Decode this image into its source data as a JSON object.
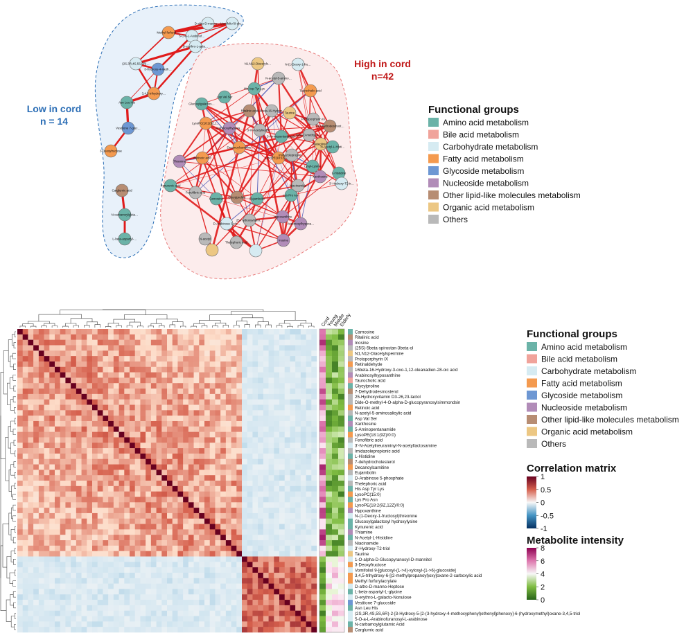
{
  "network": {
    "low_cluster": {
      "title_line1": "Low in cord",
      "title_line2": "n = 14"
    },
    "high_cluster": {
      "title_line1": "High in cord",
      "title_line2": "n=42"
    },
    "low_nodes": [
      {
        "label": "D-altro-D-manno-Heptose",
        "group": "Carbohydrate metabolism"
      },
      {
        "label": "Vomifoliol 9-glucosyl-(1->4)-xylosyl-(1->6)-glucoside",
        "group": "Carbohydrate metabolism"
      },
      {
        "label": "Methyl furfuryl acrylate",
        "group": "Fatty acid metabolism"
      },
      {
        "label": "5-O-a-L-Arabinofuranosyl-L-arabinose",
        "group": "Carbohydrate metabolism"
      },
      {
        "label": "D-erythro-L-galacto-Nonulose",
        "group": "Carbohydrate metabolism"
      },
      {
        "label": "(2S,3R,4S,5S,6R)-2-[3-Hydroxy-5-[2-(3-hydroxy-4-methoxyphenyl)ethenyl]phenoxy]-6-(hydroxymethyl)oxane-3,4,5-triol",
        "group": "Carbohydrate metabolism"
      },
      {
        "label": "3-Hydroxy-4-methylbenzoate",
        "group": "Glycoside metabolism"
      },
      {
        "label": "3,4,5-trihydroxy-6-[(2-methylpropanoyl)oxy]oxane-2-carboxylic acid",
        "group": "Fatty acid metabolism"
      },
      {
        "label": "Asn Leu His",
        "group": "Amino acid metabolism"
      },
      {
        "label": "Vestitone 7-glucoside",
        "group": "Glycoside metabolism"
      },
      {
        "label": "3-Deoxyfructose",
        "group": "Fatty acid metabolism"
      },
      {
        "label": "Carglumic acid",
        "group": "Other lipid-like molecules metabolism"
      },
      {
        "label": "N-carbamoylglutamic Acid",
        "group": "Amino acid metabolism"
      },
      {
        "label": "L-beta-aspartyl-L-glycine",
        "group": "Amino acid metabolism"
      }
    ],
    "high_nodes": [
      {
        "label": "N1,N12-Diacetylspermine",
        "group": "Organic acid metabolism"
      },
      {
        "label": "N-(1-Deoxy-1-fructosyl)threonine",
        "group": "Carbohydrate metabolism"
      },
      {
        "label": "N-acetyl-5-aminosalicylic acid",
        "group": "Others"
      },
      {
        "label": "His Asp Tyr Lys",
        "group": "Amino acid metabolism"
      },
      {
        "label": "Taurocholic acid",
        "group": "Fatty acid metabolism"
      },
      {
        "label": "Asp Val Ser",
        "group": "Amino acid metabolism"
      },
      {
        "label": "Glucosylgalactosyl hydroxylysine",
        "group": "Amino acid metabolism"
      },
      {
        "label": "Ritalinic acid",
        "group": "Other lipid-like molecules metabolism"
      },
      {
        "label": "16beta-16-Hydroxy-3-oxo-1,12-oleanadien-28-oic acid",
        "group": "Others"
      },
      {
        "label": "Taurine",
        "group": "Organic acid metabolism"
      },
      {
        "label": "Protoporphyrin IX",
        "group": "Others"
      },
      {
        "label": "LysoPC(18:2(9Z,12Z)/0:0)",
        "group": "Fatty acid metabolism"
      },
      {
        "label": "Arabinosylhypoxanthine",
        "group": "Nucleoside metabolism"
      },
      {
        "label": "3'-N-Acetylneuraminyl-N-acetyllactosamine",
        "group": "Others"
      },
      {
        "label": "5-Aminopentanamide",
        "group": "Amino acid metabolism"
      },
      {
        "label": "Dide-O-methyl-4-O-alpha-D-glucopyranosylsimmondsin",
        "group": "Others"
      },
      {
        "label": "7-Dehydrodesmosterol",
        "group": "Other lipid-like molecules metabolism"
      },
      {
        "label": "Retinoic acid",
        "group": "Fatty acid metabolism"
      },
      {
        "label": "Decanoylcarnitine",
        "group": "Fatty acid metabolism"
      },
      {
        "label": "LysoPE(18:1(9Z)/0:0)",
        "group": "Fatty acid metabolism"
      },
      {
        "label": "Imidazolepropionic acid",
        "group": "Others"
      },
      {
        "label": "Nateglinide",
        "group": "Organic acid metabolism"
      },
      {
        "label": "N-Acetyl-L-Histidine",
        "group": "Amino acid metabolism"
      },
      {
        "label": "Lysyl-Lysine",
        "group": "Amino acid metabolism"
      },
      {
        "label": "L-Histidine",
        "group": "Amino acid metabolism"
      },
      {
        "label": "Thiamine",
        "group": "Nucleoside metabolism"
      },
      {
        "label": "Kynurenic acid",
        "group": "Amino acid metabolism"
      },
      {
        "label": "Fenofibric acid",
        "group": "Others"
      },
      {
        "label": "Carnosine",
        "group": "Amino acid metabolism"
      },
      {
        "label": "Glycylproline",
        "group": "Other lipid-like molecules metabolism"
      },
      {
        "label": "Eujambolin",
        "group": "Amino acid metabolism"
      },
      {
        "label": "Lys Pro Asn",
        "group": "Amino acid metabolism"
      },
      {
        "label": "Niacinamide",
        "group": "Others"
      },
      {
        "label": "Xanthosine",
        "group": "Nucleoside metabolism"
      },
      {
        "label": "3'-Hydroxy-T2-triol",
        "group": "Carbohydrate metabolism"
      },
      {
        "label": "D-Arabinose 5-phosphate",
        "group": "Carbohydrate metabolism"
      },
      {
        "label": "25-Hydroxyvitamin D3-26,23-lactol",
        "group": "Others"
      },
      {
        "label": "Hypoxanthine",
        "group": "Nucleoside metabolism"
      },
      {
        "label": "Arabinosylhypoxanthine",
        "group": "Nucleoside metabolism"
      },
      {
        "label": "Inosine",
        "group": "Nucleoside metabolism"
      },
      {
        "label": "N-acetyl",
        "group": "Others"
      },
      {
        "label": "Thelephoric acid",
        "group": "Others"
      }
    ]
  },
  "legend_top": {
    "title": "Functional groups",
    "items": [
      {
        "label": "Amino acid metabolism",
        "color": "#6bb3a8"
      },
      {
        "label": "Bile acid metabolism",
        "color": "#f0a39b"
      },
      {
        "label": "Carbohydrate metabolism",
        "color": "#d6ebf2"
      },
      {
        "label": "Fatty acid metabolism",
        "color": "#f49a4f"
      },
      {
        "label": "Glycoside metabolism",
        "color": "#6d97d3"
      },
      {
        "label": "Nucleoside metabolism",
        "color": "#b18cb8"
      },
      {
        "label": "Other lipid-like molecules metabolism",
        "color": "#b78d73"
      },
      {
        "label": "Organic acid metabolism",
        "color": "#ecc783"
      },
      {
        "label": "Others",
        "color": "#b9b9b9"
      }
    ]
  },
  "legend_bottom": {
    "title": "Functional groups",
    "items": [
      {
        "label": "Amino acid metabolism",
        "color": "#6bb3a8"
      },
      {
        "label": "Bile acid metabolism",
        "color": "#f0a39b"
      },
      {
        "label": "Carbohydrate metabolism",
        "color": "#d6ebf2"
      },
      {
        "label": "Fatty acid metabolism",
        "color": "#f49a4f"
      },
      {
        "label": "Glycoside metabolism",
        "color": "#6d97d3"
      },
      {
        "label": "Nucleoside metabolism",
        "color": "#b18cb8"
      },
      {
        "label": "Other lipid-like molecules metabolism",
        "color": "#b78d73"
      },
      {
        "label": "Organic acid metabolism",
        "color": "#ecc783"
      },
      {
        "label": "Others",
        "color": "#b9b9b9"
      }
    ]
  },
  "correlation_legend": {
    "title": "Correlation matrix",
    "ticks": [
      "1",
      "0.5",
      "0",
      "-0.5",
      "-1"
    ],
    "colors": [
      "#67001f",
      "#d6604d",
      "#f7f7f7",
      "#4393c3",
      "#053061"
    ]
  },
  "intensity_legend": {
    "title": "Metabolite intensity",
    "ticks": [
      "8",
      "6",
      "4",
      "2",
      "0"
    ],
    "colors": [
      "#8e0152",
      "#de77ae",
      "#f7f7f7",
      "#7fbc41",
      "#276419"
    ]
  },
  "heatmap": {
    "column_labels": [
      "Cord",
      "Young",
      "Middle",
      "Elderly"
    ],
    "rows": [
      {
        "label": "Carnosine",
        "group": "Amino acid metabolism"
      },
      {
        "label": "Ritalinic acid",
        "group": "Other lipid-like molecules metabolism"
      },
      {
        "label": "Inosine",
        "group": "Nucleoside metabolism"
      },
      {
        "label": "(25S)-5beta-spirostan-3beta-ol",
        "group": "Others"
      },
      {
        "label": "N1,N12-Diacetylspermine",
        "group": "Organic acid metabolism"
      },
      {
        "label": "Protoporphyrin IX",
        "group": "Others"
      },
      {
        "label": "Retinaldehyde",
        "group": "Fatty acid metabolism"
      },
      {
        "label": "16beta-16-Hydroxy-3-oxo-1,12-oleanadien-28-oic acid",
        "group": "Others"
      },
      {
        "label": "Arabinosylhypoxanthine",
        "group": "Nucleoside metabolism"
      },
      {
        "label": "Taurocholic acid",
        "group": "Bile acid metabolism"
      },
      {
        "label": "Glycylproline",
        "group": "Amino acid metabolism"
      },
      {
        "label": "7-Dehydrodesmosterol",
        "group": "Other lipid-like molecules metabolism"
      },
      {
        "label": "25-Hydroxyvitamin D3-26,23-lactol",
        "group": "Others"
      },
      {
        "label": "Dide-O-methyl-4-O-alpha-D-glucopyranosylsimmondsin",
        "group": "Others"
      },
      {
        "label": "Retinoic acid",
        "group": "Fatty acid metabolism"
      },
      {
        "label": "N-acetyl-5-aminosalicylic acid",
        "group": "Others"
      },
      {
        "label": "Asp Val Ser",
        "group": "Amino acid metabolism"
      },
      {
        "label": "Xanthosine",
        "group": "Nucleoside metabolism"
      },
      {
        "label": "5-Aminopentanamide",
        "group": "Amino acid metabolism"
      },
      {
        "label": "LysoPE(18:1(9Z)/0:0)",
        "group": "Fatty acid metabolism"
      },
      {
        "label": "Fenofibric acid",
        "group": "Others"
      },
      {
        "label": "3'-N-Acetylneuraminyl-N-acetyllactosamine",
        "group": "Carbohydrate metabolism"
      },
      {
        "label": "Imidazolepropionic acid",
        "group": "Others"
      },
      {
        "label": "L-Histidine",
        "group": "Amino acid metabolism"
      },
      {
        "label": "7-dehydrocholesterol",
        "group": "Other lipid-like molecules metabolism"
      },
      {
        "label": "Decanoylcarnitine",
        "group": "Fatty acid metabolism"
      },
      {
        "label": "Eujambolin",
        "group": "Others"
      },
      {
        "label": "D-Arabinose 5-phosphate",
        "group": "Carbohydrate metabolism"
      },
      {
        "label": "Thelephoric acid",
        "group": "Others"
      },
      {
        "label": "His Asp Tyr Lys",
        "group": "Amino acid metabolism"
      },
      {
        "label": "LysoPC(15:0)",
        "group": "Fatty acid metabolism"
      },
      {
        "label": "Lys Pro Asn",
        "group": "Amino acid metabolism"
      },
      {
        "label": "LysoPE(18:2(9Z,12Z)/0:0)",
        "group": "Fatty acid metabolism"
      },
      {
        "label": "Hypoxanthine",
        "group": "Nucleoside metabolism"
      },
      {
        "label": "N-(1-Deoxy-1-fructosyl)threonine",
        "group": "Carbohydrate metabolism"
      },
      {
        "label": "Glucosylgalactosyl hydroxylysine",
        "group": "Amino acid metabolism"
      },
      {
        "label": "Kynurenic acid",
        "group": "Amino acid metabolism"
      },
      {
        "label": "Thiamine",
        "group": "Nucleoside metabolism"
      },
      {
        "label": "N-Acetyl-L-Histidine",
        "group": "Amino acid metabolism"
      },
      {
        "label": "Niacinamide",
        "group": "Others"
      },
      {
        "label": "3'-Hydroxy-T2-triol",
        "group": "Carbohydrate metabolism"
      },
      {
        "label": "Taurine",
        "group": "Organic acid metabolism"
      },
      {
        "label": "1-O-alpha-D-Glucopyranosyl-D-mannitol",
        "group": "Carbohydrate metabolism"
      },
      {
        "label": "3-Deoxyfructose",
        "group": "Fatty acid metabolism"
      },
      {
        "label": "Vomifoliol 9-[glucosyl-(1->4)-xylosyl-(1->6)-glucoside]",
        "group": "Carbohydrate metabolism"
      },
      {
        "label": "3,4,5-trihydroxy-6-[(2-methylpropanoyl)oxy]oxane-2-carboxylic acid",
        "group": "Fatty acid metabolism"
      },
      {
        "label": "Methyl furfurylacrylate",
        "group": "Fatty acid metabolism"
      },
      {
        "label": "D-altro-D-manno-Heptose",
        "group": "Carbohydrate metabolism"
      },
      {
        "label": "L-beta-aspartyl-L-glycine",
        "group": "Amino acid metabolism"
      },
      {
        "label": "D-erythro-L-galacto-Nonulose",
        "group": "Carbohydrate metabolism"
      },
      {
        "label": "Vestitone 7-glucoside",
        "group": "Glycoside metabolism"
      },
      {
        "label": "Asn Leu His",
        "group": "Amino acid metabolism"
      },
      {
        "label": "(2S,3R,4S,5S,6R)-2-[3-Hydroxy-5-[2-(3-hydroxy-4-methoxyphenyl)ethenyl]phenoxy]-6-(hydroxymethyl)oxane-3,4,5-triol",
        "group": "Carbohydrate metabolism"
      },
      {
        "label": "5-O-a-L-Arabinofuranosyl-L-arabinose",
        "group": "Carbohydrate metabolism"
      },
      {
        "label": "N-carbamoylglutamic Acid",
        "group": "Amino acid metabolism"
      },
      {
        "label": "Carglumic acid",
        "group": "Other lipid-like molecules metabolism"
      }
    ]
  }
}
